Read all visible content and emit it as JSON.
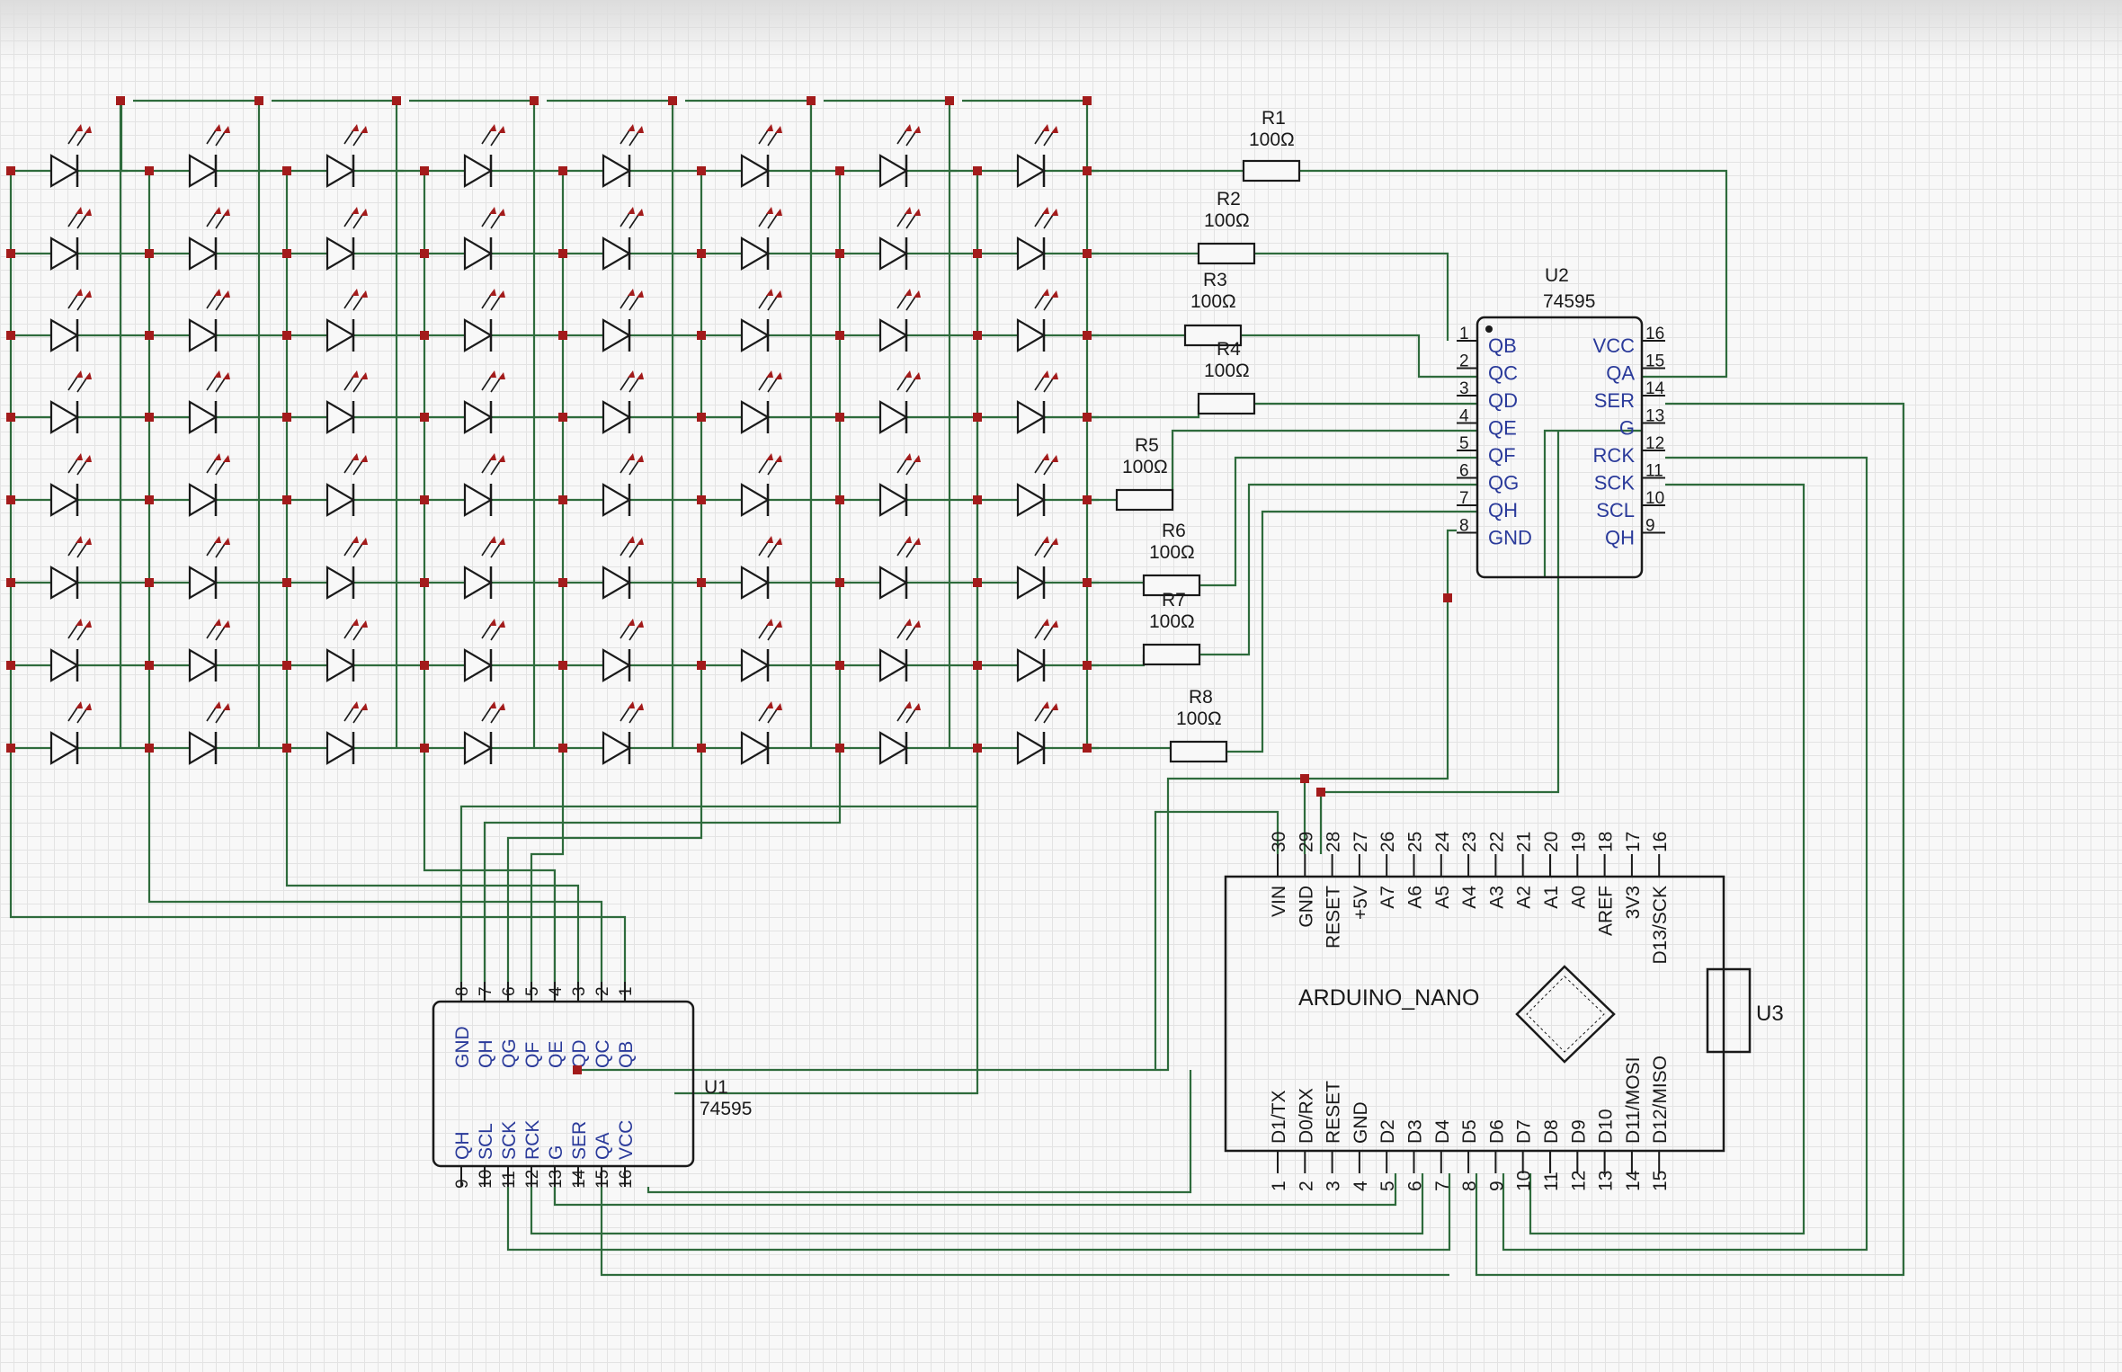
{
  "colors": {
    "wire": "#2e6b3c",
    "junction": "#a31b1b",
    "component": "#1a1a1a",
    "pin_label": "#2a3a9a",
    "power_pin": "#b8862e"
  },
  "led_matrix": {
    "rows": 8,
    "cols": 8,
    "component": "led-diode-icon"
  },
  "resistors": [
    {
      "ref": "R1",
      "value": "100Ω"
    },
    {
      "ref": "R2",
      "value": "100Ω"
    },
    {
      "ref": "R3",
      "value": "100Ω"
    },
    {
      "ref": "R4",
      "value": "100Ω"
    },
    {
      "ref": "R5",
      "value": "100Ω"
    },
    {
      "ref": "R6",
      "value": "100Ω"
    },
    {
      "ref": "R7",
      "value": "100Ω"
    },
    {
      "ref": "R8",
      "value": "100Ω"
    }
  ],
  "u2": {
    "ref": "U2",
    "part": "74595",
    "left_pins": [
      {
        "num": "1",
        "name": "QB"
      },
      {
        "num": "2",
        "name": "QC"
      },
      {
        "num": "3",
        "name": "QD"
      },
      {
        "num": "4",
        "name": "QE"
      },
      {
        "num": "5",
        "name": "QF"
      },
      {
        "num": "6",
        "name": "QG"
      },
      {
        "num": "7",
        "name": "QH"
      },
      {
        "num": "8",
        "name": "GND"
      }
    ],
    "right_pins": [
      {
        "num": "16",
        "name": "VCC"
      },
      {
        "num": "15",
        "name": "QA"
      },
      {
        "num": "14",
        "name": "SER"
      },
      {
        "num": "13",
        "name": "G"
      },
      {
        "num": "12",
        "name": "RCK"
      },
      {
        "num": "11",
        "name": "SCK"
      },
      {
        "num": "10",
        "name": "SCL"
      },
      {
        "num": "9",
        "name": "QH"
      }
    ]
  },
  "u1": {
    "ref": "U1",
    "part": "74595",
    "top_pins": [
      {
        "num": "8",
        "name": "GND"
      },
      {
        "num": "7",
        "name": "QH"
      },
      {
        "num": "6",
        "name": "QG"
      },
      {
        "num": "5",
        "name": "QF"
      },
      {
        "num": "4",
        "name": "QE"
      },
      {
        "num": "3",
        "name": "QD"
      },
      {
        "num": "2",
        "name": "QC"
      },
      {
        "num": "1",
        "name": "QB"
      }
    ],
    "bottom_pins": [
      {
        "num": "9",
        "name": "QH"
      },
      {
        "num": "10",
        "name": "SCL"
      },
      {
        "num": "11",
        "name": "SCK"
      },
      {
        "num": "12",
        "name": "RCK"
      },
      {
        "num": "13",
        "name": "G"
      },
      {
        "num": "14",
        "name": "SER"
      },
      {
        "num": "15",
        "name": "QA"
      },
      {
        "num": "16",
        "name": "VCC"
      }
    ]
  },
  "u3": {
    "ref": "U3",
    "part": "ARDUINO_NANO",
    "top_pins": [
      {
        "num": "30",
        "name": "VIN"
      },
      {
        "num": "29",
        "name": "GND"
      },
      {
        "num": "28",
        "name": "RESET"
      },
      {
        "num": "27",
        "name": "+5V"
      },
      {
        "num": "26",
        "name": "A7"
      },
      {
        "num": "25",
        "name": "A6"
      },
      {
        "num": "24",
        "name": "A5"
      },
      {
        "num": "23",
        "name": "A4"
      },
      {
        "num": "22",
        "name": "A3"
      },
      {
        "num": "21",
        "name": "A2"
      },
      {
        "num": "20",
        "name": "A1"
      },
      {
        "num": "19",
        "name": "A0"
      },
      {
        "num": "18",
        "name": "AREF"
      },
      {
        "num": "17",
        "name": "3V3"
      },
      {
        "num": "16",
        "name": "D13/SCK"
      }
    ],
    "bottom_pins": [
      {
        "num": "1",
        "name": "D1/TX"
      },
      {
        "num": "2",
        "name": "D0/RX"
      },
      {
        "num": "3",
        "name": "RESET"
      },
      {
        "num": "4",
        "name": "GND"
      },
      {
        "num": "5",
        "name": "D2"
      },
      {
        "num": "6",
        "name": "D3"
      },
      {
        "num": "7",
        "name": "D4"
      },
      {
        "num": "8",
        "name": "D5"
      },
      {
        "num": "9",
        "name": "D6"
      },
      {
        "num": "10",
        "name": "D7"
      },
      {
        "num": "11",
        "name": "D8"
      },
      {
        "num": "12",
        "name": "D9"
      },
      {
        "num": "13",
        "name": "D10"
      },
      {
        "num": "14",
        "name": "D11/MOSI"
      },
      {
        "num": "15",
        "name": "D12/MISO"
      }
    ]
  }
}
